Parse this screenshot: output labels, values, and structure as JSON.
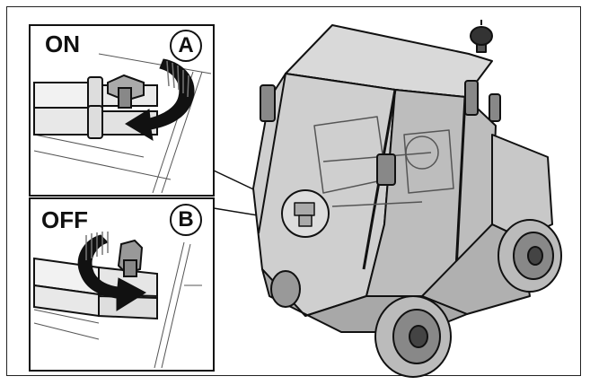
{
  "panel_on": {
    "state_label": "ON",
    "marker": "A"
  },
  "panel_off": {
    "state_label": "OFF",
    "marker": "B"
  },
  "icons": [
    "valve-handle-icon",
    "rotate-arrow-icon",
    "vehicle-cab-illustration"
  ]
}
